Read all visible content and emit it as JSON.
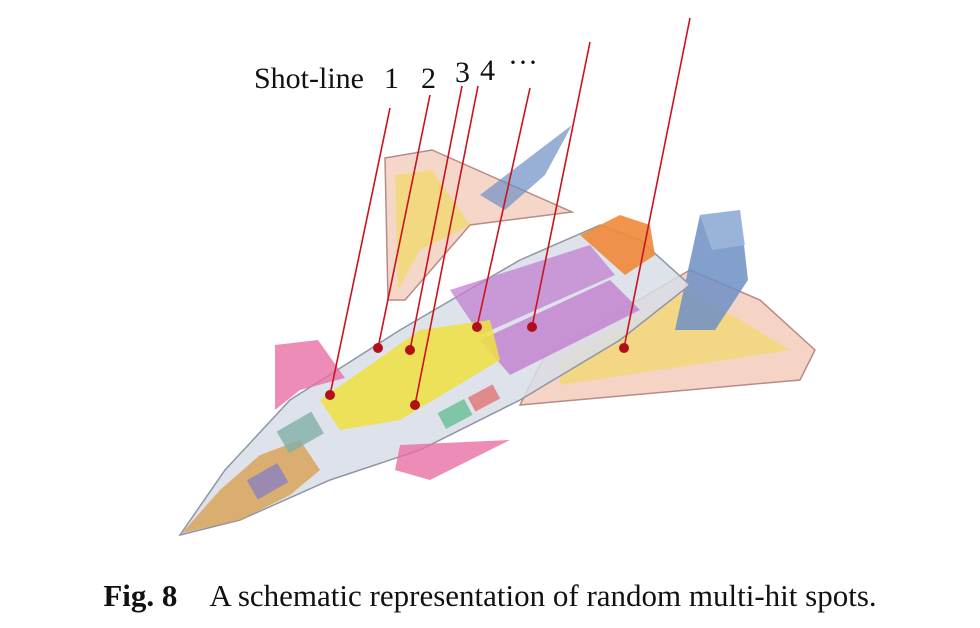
{
  "figure": {
    "shot_line_label": "Shot-line",
    "shot_numbers": [
      "1",
      "2",
      "3",
      "4",
      "···"
    ]
  },
  "caption": {
    "label": "Fig. 8",
    "text": "A schematic representation of random multi-hit spots."
  },
  "colors": {
    "shot_line": "#c8141e",
    "hit_spot": "#b0101a",
    "wing": "#f2c9b8",
    "fuselage": "#d8dde6",
    "canopy": "#d9a35a",
    "engine": "#c07fd0",
    "pink_fin": "#ea6fa6",
    "tail": "#6d8fc4",
    "nozzle": "#f08a3a",
    "yellow_part": "#f0e040"
  }
}
